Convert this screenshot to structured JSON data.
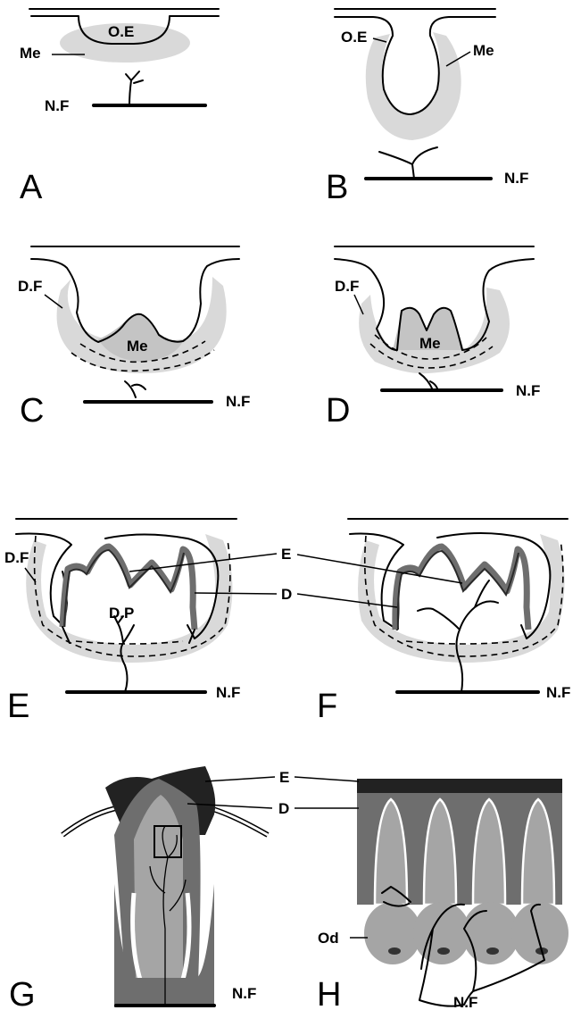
{
  "panels": {
    "a": "A",
    "b": "B",
    "c": "C",
    "d": "D",
    "e": "E",
    "f": "F",
    "g": "G",
    "h": "H"
  },
  "labels": {
    "oral_epithelium": "O.E",
    "mesenchyme": "Me",
    "nerve_fiber": "N.F",
    "dental_follicle": "D.F",
    "dental_papilla": "D.P",
    "enamel": "E",
    "dentin": "D",
    "odontoblast": "Od"
  },
  "colors": {
    "mesenchyme": "#d9d9d9",
    "enamel_dark": "#222222",
    "dentin_gray": "#6e6e6e",
    "pulp_light": "#a5a5a5"
  }
}
